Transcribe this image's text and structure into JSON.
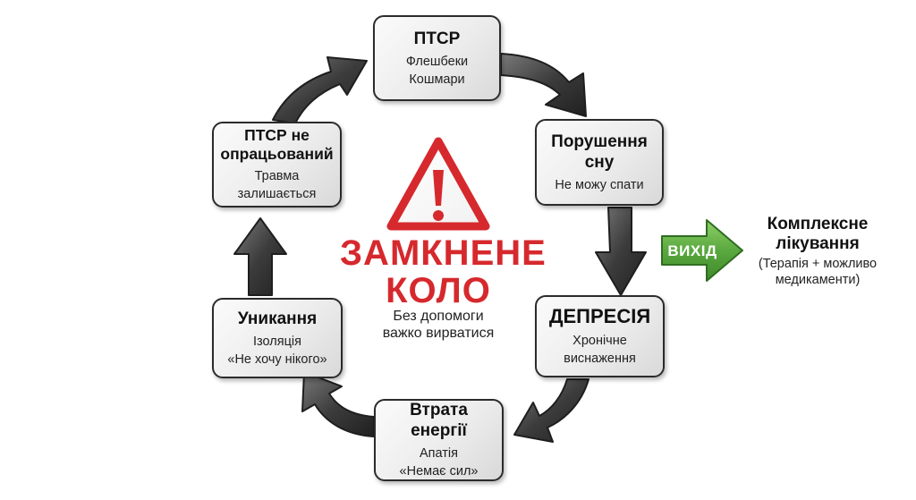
{
  "nodes": {
    "ptsr": {
      "title": "ПТСР",
      "lines": [
        "Флешбеки",
        "Кошмари"
      ]
    },
    "sleep": {
      "title": "Порушення сну",
      "lines": [
        "Не можу спати"
      ]
    },
    "depression": {
      "title": "ДЕПРЕСІЯ",
      "lines": [
        "Хронічне",
        "виснаження"
      ]
    },
    "energy": {
      "title": "Втрата енергії",
      "lines": [
        "Апатія",
        "«Немає сил»"
      ]
    },
    "avoidance": {
      "title": "Уникання",
      "lines": [
        "Ізоляція",
        "«Не хочу нікого»"
      ]
    },
    "untreated": {
      "title": "ПТСР не опрацьований",
      "lines": [
        "Травма",
        "залишається"
      ]
    }
  },
  "center": {
    "warning_icon": "warning-triangle-icon",
    "title_line1": "ЗАМКНЕНЕ",
    "title_line2": "КОЛО",
    "subtitle_line1": "Без допомоги",
    "subtitle_line2": "важко вирватися"
  },
  "exit": {
    "label": "ВИХІД",
    "title_line1": "Комплексне",
    "title_line2": "лікування",
    "subtitle_line1": "(Терапія + можливо",
    "subtitle_line2": "медикаменти)"
  },
  "colors": {
    "warning_red": "#d6292d",
    "exit_green": "#5aa83f",
    "arrow_dark": "#3a3a3a"
  }
}
